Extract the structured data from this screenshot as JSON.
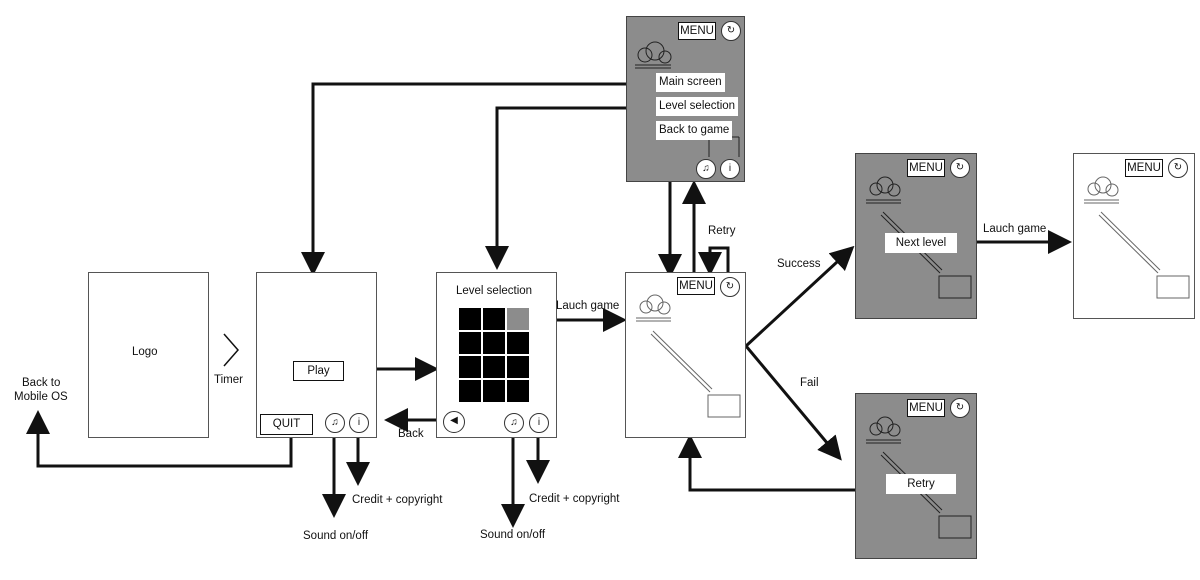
{
  "screens": {
    "logo": {
      "title": "Logo"
    },
    "main": {
      "play": "Play",
      "quit": "QUIT",
      "sound_icon": "♫",
      "info_icon": "i"
    },
    "level_select": {
      "title": "Level selection",
      "cells": 12,
      "sound_icon": "♫",
      "info_icon": "i"
    },
    "pause_menu": {
      "menu_label": "MENU",
      "items": [
        "Main screen",
        "Level selection",
        "Back to game"
      ],
      "sound_icon": "♫",
      "info_icon": "i"
    },
    "game": {
      "menu_label": "MENU"
    },
    "success": {
      "menu_label": "MENU",
      "next": "Next level"
    },
    "fail": {
      "menu_label": "MENU",
      "retry": "Retry"
    },
    "next_game": {
      "menu_label": "MENU"
    }
  },
  "flows": {
    "timer": "Timer",
    "back_os": [
      "Back to",
      "Mobile OS"
    ],
    "back": "Back",
    "credit_main": "Credit + copyright",
    "sound_main": "Sound on/off",
    "credit_level": "Credit + copyright",
    "sound_level": "Sound on/off",
    "launch_1": "Lauch game",
    "launch_2": "Lauch game",
    "retry_top": "Retry",
    "success": "Success",
    "fail": "Fail"
  },
  "colors": {
    "gray_screen": "#8c8c8c",
    "line": "#111111"
  }
}
